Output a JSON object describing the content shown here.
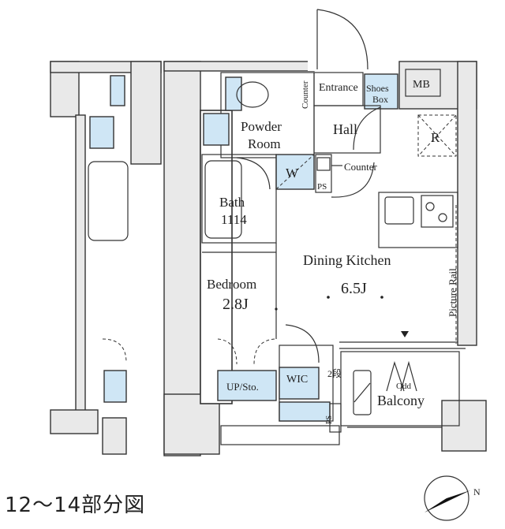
{
  "rooms": {
    "entrance": "Entrance",
    "shoes_box_1": "Shoes",
    "shoes_box_2": "Box",
    "mb": "MB",
    "counter_vertical": "Counter",
    "powder_room_1": "Powder",
    "powder_room_2": "Room",
    "hall": "Hall",
    "r": "R",
    "w": "W",
    "counter": "Counter",
    "ps_1": "PS",
    "bath": "Bath",
    "bath_size": "1114",
    "dining_kitchen": "Dining Kitchen",
    "dk_size": "6.5J",
    "picture_rail": "Picture Rail",
    "bedroom": "Bedroom",
    "bedroom_size": "2.8J",
    "up_sto": "UP/Sto.",
    "wic": "WIC",
    "step": "2段",
    "odd": "Odd",
    "balcony": "Balcony",
    "ps_2": "PS"
  },
  "caption": "12～14部分図",
  "compass": {
    "label": "N"
  }
}
